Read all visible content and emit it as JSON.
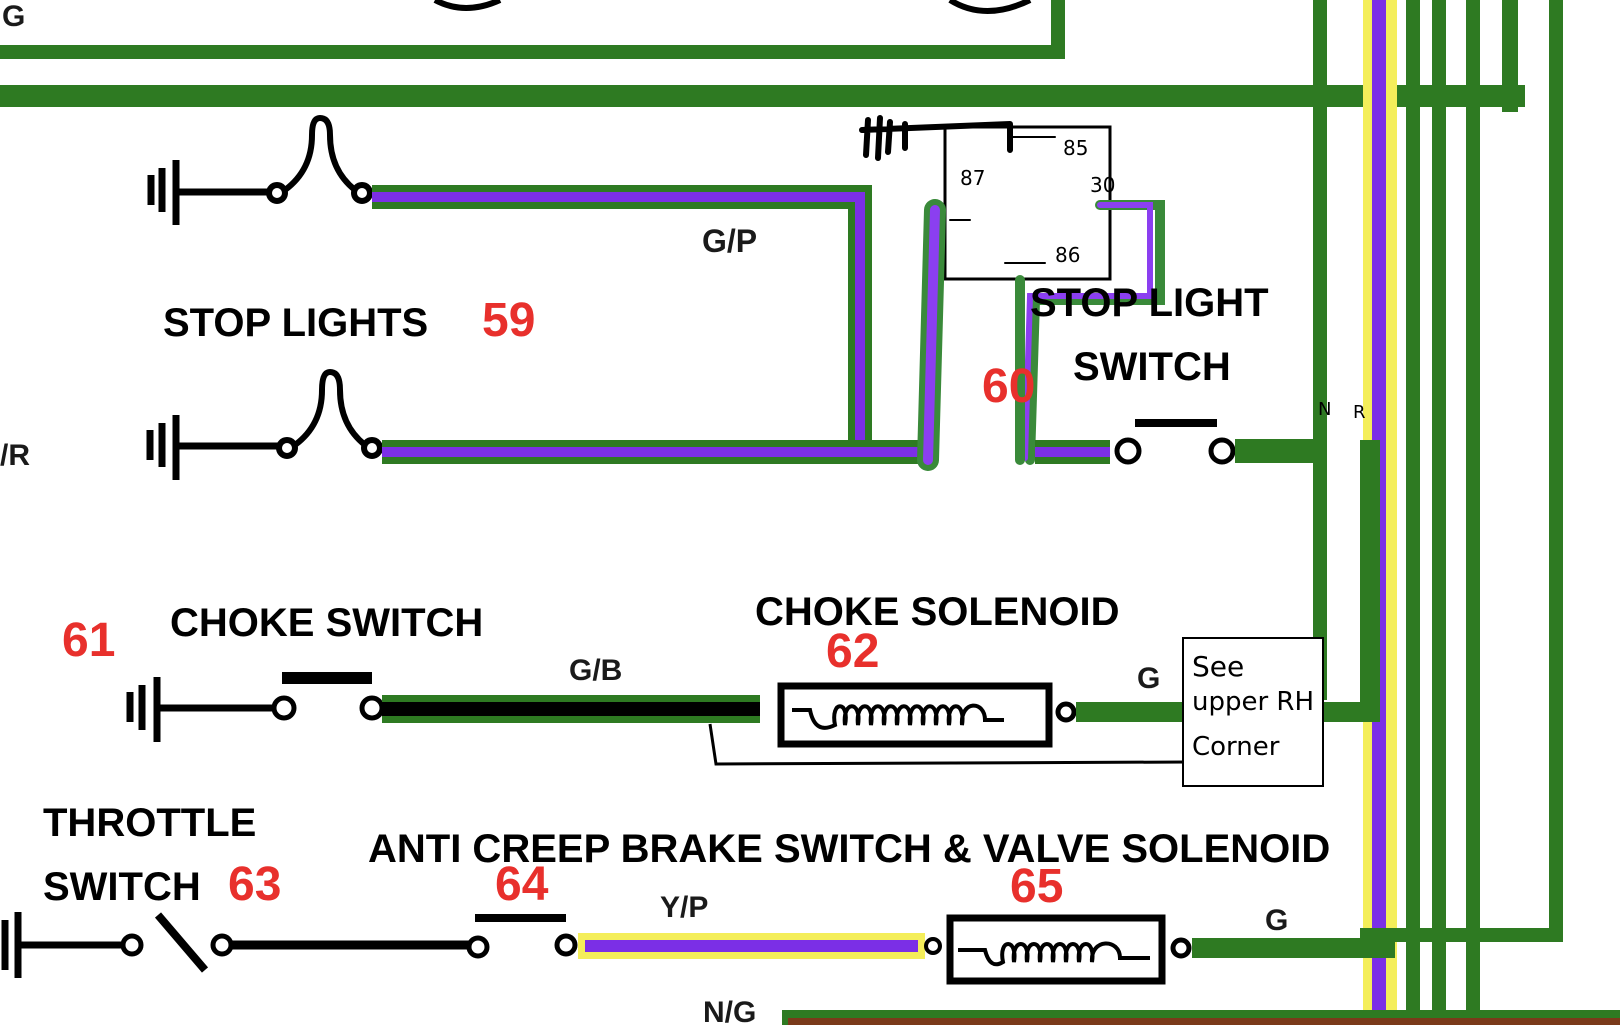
{
  "colors": {
    "green": "#2e7a22",
    "purple": "#7b2fe6",
    "yellow": "#f4ee5a",
    "brown": "#7a3a1a",
    "red": "#e8302c",
    "black": "#000000",
    "hand_green": "#3a8a3a"
  },
  "codes": {
    "top_left": "G",
    "gp": "G/P",
    "r_left": "/R",
    "gb": "G/B",
    "g_choke": "G",
    "yp": "Y/P",
    "g_solenoid": "G",
    "ng": "N/G"
  },
  "labels": {
    "stop_lights": "STOP LIGHTS",
    "stop_light_switch_1": "STOP LIGHT",
    "stop_light_switch_2": "SWITCH",
    "choke_switch": "CHOKE SWITCH",
    "choke_solenoid": "CHOKE SOLENOID",
    "throttle_1": "THROTTLE",
    "throttle_2": "SWITCH",
    "anti_creep": "ANTI CREEP BRAKE SWITCH & VALVE SOLENOID"
  },
  "numbers": {
    "n59": "59",
    "n60": "60",
    "n61": "61",
    "n62": "62",
    "n63": "63",
    "n64": "64",
    "n65": "65"
  },
  "relay": {
    "pin85": "85",
    "pin87": "87",
    "pin30": "30",
    "pin86": "86"
  },
  "note": {
    "line1": "See",
    "line2": "upper RH",
    "line3": "Corner"
  },
  "scribble": {
    "n": "N",
    "r": "R"
  }
}
